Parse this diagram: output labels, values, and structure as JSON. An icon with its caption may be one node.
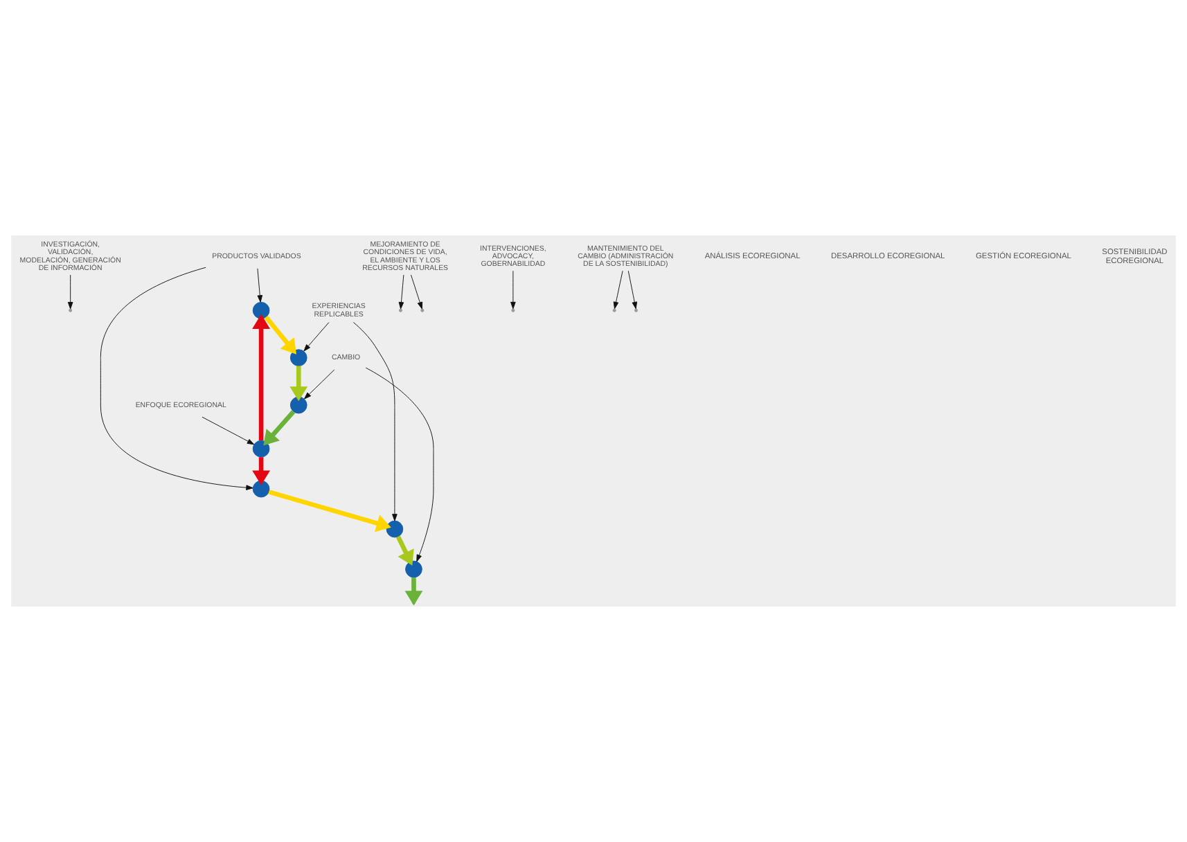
{
  "diagram": {
    "nodes": [
      {
        "text": [
          "INVESTIGACIÓN, VALIDACIÓN, MODELACIÓN, GENERACIÓN DE INFORMACIÓN"
        ]
      },
      {
        "text": [
          "PRODUCTOS VALIDADOS"
        ]
      },
      {
        "text": [],
        "shape": "circle"
      },
      {
        "text": [
          "MEJORAMIENTO DE CONDICIONES DE VIDA, EL AMBIENTE Y LOS RECURSOS NATURALES"
        ]
      },
      {
        "text": [],
        "shape": "circle"
      },
      {
        "text": [],
        "shape": "circle"
      },
      {
        "text": [],
        "shape": "circle"
      },
      {
        "text": [
          "EXPERIENCIAS REPLICABLES"
        ]
      },
      {
        "text": [
          "ENFOQUE ECOREGIONAL"
        ]
      },
      {
        "text": [],
        "shape": "circle"
      },
      {
        "text": [
          "INTERVENCIONES, ADVOCACY, GOBERNABILIDAD"
        ]
      },
      {
        "text": [],
        "shape": "circle"
      },
      {
        "text": [],
        "shape": "circle"
      },
      {
        "text": [
          "MANTENIMIENTO DEL CAMBIO (ADMINISTRACIÓN DE LA SOSTENIBILIDAD)"
        ]
      },
      {
        "text": [
          "CAMBIO"
        ]
      }
    ],
    "edges": [
      {
        "from": 9,
        "to": 2,
        "arrow": "to",
        "style": "thick",
        "color": "#e30613"
      },
      {
        "from": 9,
        "to": 4,
        "arrow": "to",
        "style": "thick",
        "color": "#e30613"
      },
      {
        "from": 2,
        "to": 5,
        "arrow": "to",
        "style": "thick",
        "color": "#ffd500"
      },
      {
        "from": 4,
        "to": 6,
        "arrow": "to",
        "style": "thick",
        "color": "#ffd500"
      },
      {
        "from": 5,
        "to": 12,
        "arrow": "to",
        "style": "thick",
        "color": "#a8c81e"
      },
      {
        "from": 6,
        "to": 11,
        "arrow": "to",
        "style": "thick",
        "color": "#a8c81e"
      },
      {
        "from": 11,
        "to": 9,
        "arrow": "to",
        "style": "thick",
        "color": "#6ab23a"
      },
      {
        "from": 12,
        "to": null,
        "arrow": "to",
        "style": "thick",
        "color": "#6ab23a"
      },
      {
        "from": 0,
        "to": null,
        "arrow": "to"
      },
      {
        "from": 1,
        "to": 2,
        "arrow": "to"
      },
      {
        "from": 1,
        "to": 4,
        "arrow": "to"
      },
      {
        "from": 3,
        "to": null,
        "arrow": "to"
      },
      {
        "from": 3,
        "to": null,
        "arrow": "to"
      },
      {
        "from": 7,
        "to": 5,
        "arrow": "to"
      },
      {
        "from": 7,
        "to": 6,
        "arrow": "to"
      },
      {
        "from": 10,
        "to": null,
        "arrow": "to"
      },
      {
        "from": 8,
        "to": 9,
        "arrow": "to"
      },
      {
        "from": 13,
        "to": null,
        "arrow": "to"
      },
      {
        "from": 13,
        "to": null,
        "arrow": "to"
      },
      {
        "from": 14,
        "to": 11,
        "arrow": "to"
      },
      {
        "from": 14,
        "to": 12,
        "arrow": "to"
      }
    ],
    "labels": [
      "ANÁLISIS ECOREGIONAL",
      "DESARROLLO ECOREGIONAL",
      "GESTIÓN ECOREGIONAL",
      "SOSTENIBILIDAD ECOREGIONAL"
    ]
  }
}
